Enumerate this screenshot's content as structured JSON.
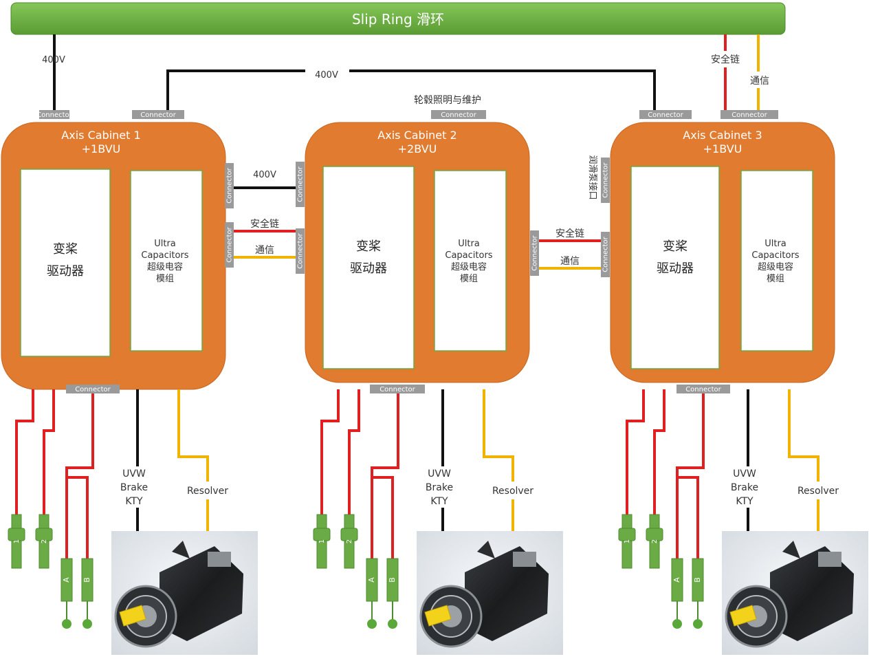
{
  "slip_ring": {
    "label": "Slip Ring 滑环"
  },
  "power_labels": {
    "main": "400V",
    "top": "400V",
    "link": "400V"
  },
  "connector_label": "Connector",
  "signals": {
    "safety": "安全链",
    "comm": "通信"
  },
  "top_labels": {
    "hub_light": "轮毂照明与维护",
    "lube": "润滑泵接口"
  },
  "cabinets": [
    {
      "title": "Axis Cabinet 1",
      "subtitle": "+1BVU"
    },
    {
      "title": "Axis Cabinet 2",
      "subtitle": "+2BVU"
    },
    {
      "title": "Axis Cabinet 3",
      "subtitle": "+1BVU"
    }
  ],
  "driver": {
    "line1": "变桨",
    "line2": "驱动器"
  },
  "ultracap": {
    "line1": "Ultra",
    "line2": "Capacitors",
    "line3": "超级电容",
    "line4": "模组"
  },
  "motor_cable": {
    "line1": "UVW",
    "line2": "Brake",
    "line3": "KTY"
  },
  "resolver": "Resolver",
  "switches": {
    "s1": "1",
    "s2": "2",
    "a": "A",
    "b": "B"
  },
  "colors": {
    "slip_ring": "#6db33f",
    "cabinet": "#e07b30",
    "connector": "#9a9a9a",
    "power": "#111111",
    "safety": "#e02020",
    "comm": "#f0b400",
    "switch": "#6aab45"
  }
}
